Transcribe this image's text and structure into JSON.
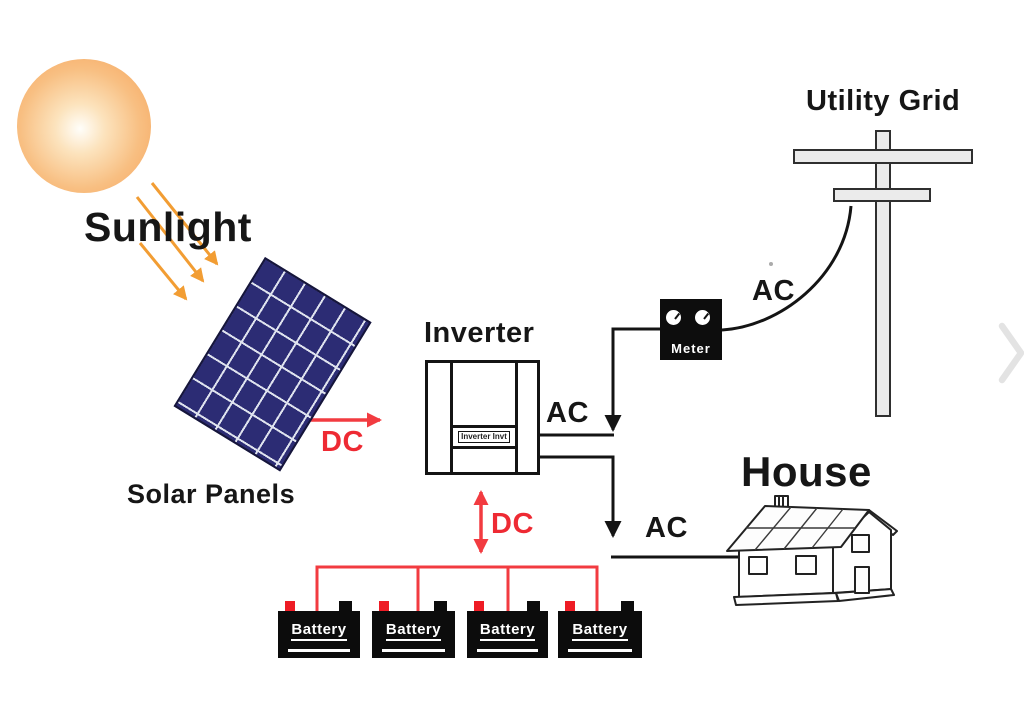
{
  "nodes": {
    "sun": {
      "label": "Sunlight"
    },
    "solar_panels": {
      "label": "Solar Panels"
    },
    "inverter": {
      "label": "Inverter",
      "unit_text": "Inverter Invt"
    },
    "meter": {
      "label": "Meter"
    },
    "utility_grid": {
      "label": "Utility Grid"
    },
    "house": {
      "label": "House"
    },
    "batteries": [
      {
        "label": "Battery"
      },
      {
        "label": "Battery"
      },
      {
        "label": "Battery"
      },
      {
        "label": "Battery"
      }
    ]
  },
  "connections": {
    "panel_to_inverter": {
      "label": "DC",
      "type": "dc"
    },
    "inverter_to_batteries": {
      "label": "DC",
      "type": "dc"
    },
    "inverter_to_meter": {
      "label": "AC",
      "type": "ac"
    },
    "meter_to_grid": {
      "label": "AC",
      "type": "ac"
    },
    "inverter_to_house": {
      "label": "AC",
      "type": "ac"
    }
  },
  "colors": {
    "dc_red": "#ee2a33",
    "ac_black": "#141414",
    "sun_orange": "#f5a258",
    "ray_orange": "#f29d33",
    "panel_navy": "#2c2c74",
    "pole_gray": "#ebebeb"
  },
  "icons": {
    "carousel_next": "chevron-right",
    "meter_dials": "gauge-dial"
  }
}
